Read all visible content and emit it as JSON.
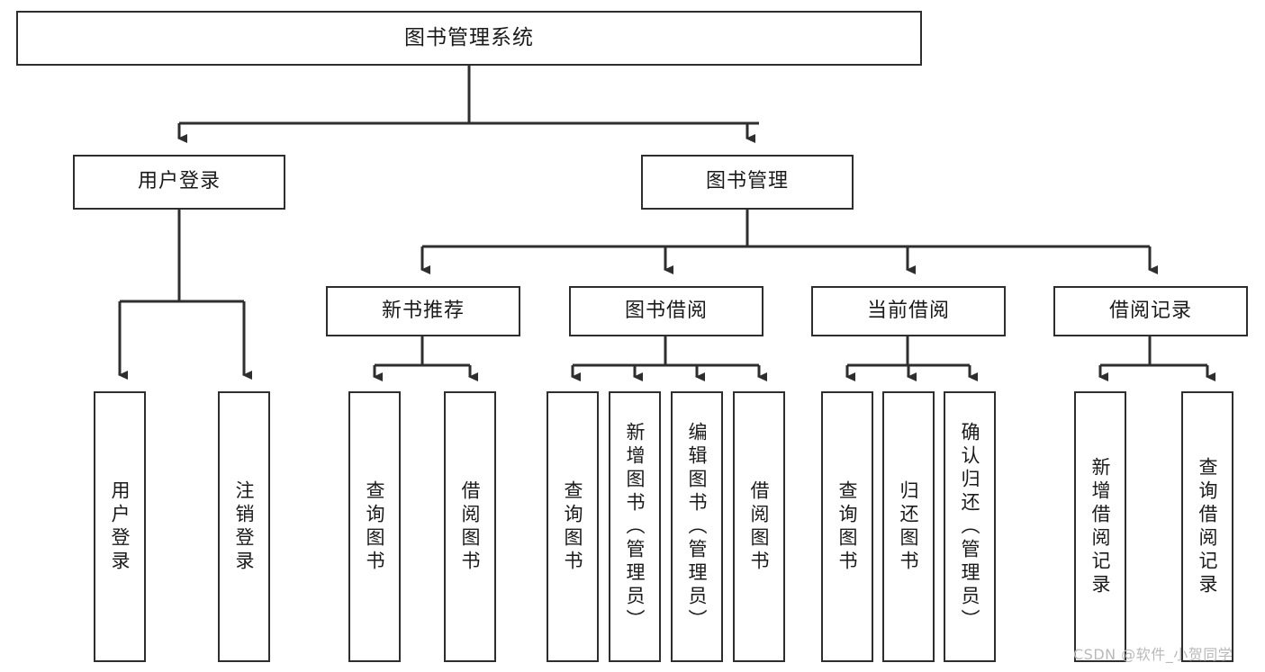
{
  "diagram": {
    "title": "图书管理系统",
    "type": "tree-hierarchy-diagram",
    "colors": {
      "box_border": "#2e2e2e",
      "box_fill": "#ffffff",
      "edge": "#2e2e2e",
      "text": "#1a1a1a",
      "watermark": "#b9b9b9"
    },
    "root": {
      "label": "图书管理系统"
    },
    "level2": [
      {
        "label": "用户登录"
      },
      {
        "label": "图书管理"
      }
    ],
    "level3": [
      {
        "label": "新书推荐"
      },
      {
        "label": "图书借阅"
      },
      {
        "label": "当前借阅"
      },
      {
        "label": "借阅记录"
      }
    ],
    "leaves": {
      "user_login": [
        {
          "label": "用户登录"
        },
        {
          "label": "注销登录"
        }
      ],
      "new_book_recommend": [
        {
          "label": "查询图书"
        },
        {
          "label": "借阅图书"
        }
      ],
      "book_borrow": [
        {
          "label": "查询图书"
        },
        {
          "label": "新增图书（管理员）"
        },
        {
          "label": "编辑图书（管理员）"
        },
        {
          "label": "借阅图书"
        }
      ],
      "current_borrow": [
        {
          "label": "查询图书"
        },
        {
          "label": "归还图书"
        },
        {
          "label": "确认归还（管理员）"
        }
      ],
      "borrow_record": [
        {
          "label": "新增借阅记录"
        },
        {
          "label": "查询借阅记录"
        }
      ]
    }
  },
  "watermark": {
    "text": "CSDN @软件_小贺同学"
  }
}
